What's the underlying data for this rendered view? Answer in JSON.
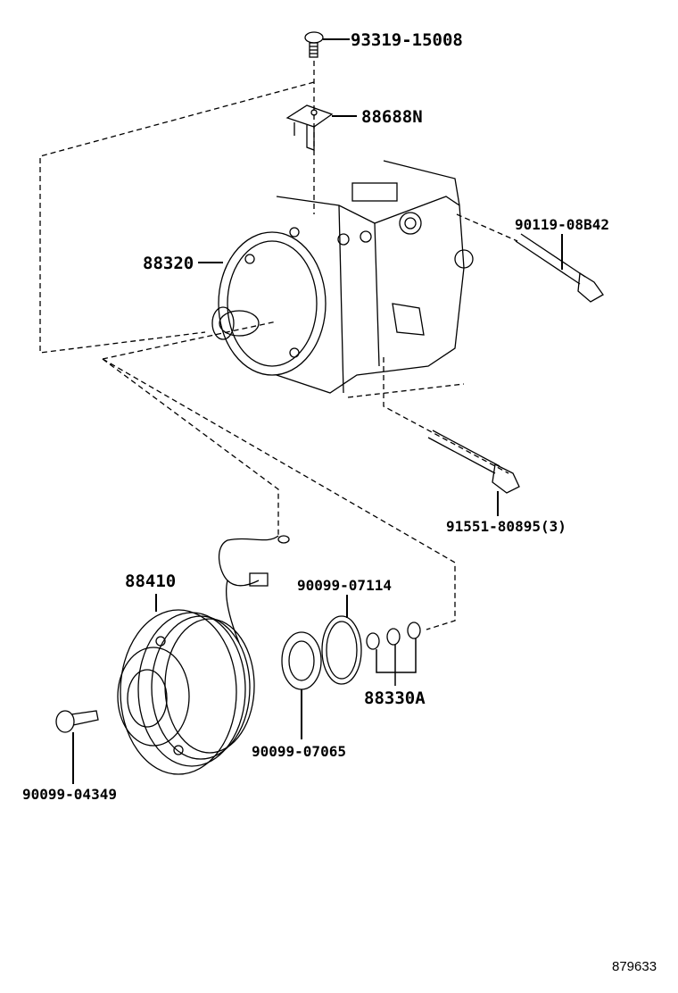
{
  "diagram": {
    "type": "exploded parts diagram",
    "subject": "A/C compressor assembly",
    "illustration_id": "879633",
    "parts": [
      {
        "key": "bolt_top",
        "number": "93319-15008",
        "description": "bolt"
      },
      {
        "key": "bracket",
        "number": "88688N",
        "description": "bracket"
      },
      {
        "key": "compressor",
        "number": "88320",
        "description": "compressor assembly"
      },
      {
        "key": "bolt_right",
        "number": "90119-08B42",
        "description": "bolt"
      },
      {
        "key": "bolt_lower",
        "number": "91551-80895(3)",
        "description": "bolt, qty 3"
      },
      {
        "key": "clutch",
        "number": "88410",
        "description": "magnetic clutch / pulley"
      },
      {
        "key": "snap_ring",
        "number": "90099-07114",
        "description": "snap ring"
      },
      {
        "key": "shims",
        "number": "88330A",
        "description": "shims (3)"
      },
      {
        "key": "retainer",
        "number": "90099-07065",
        "description": "ring"
      },
      {
        "key": "bolt_clutch",
        "number": "90099-04349",
        "description": "bolt"
      }
    ]
  }
}
